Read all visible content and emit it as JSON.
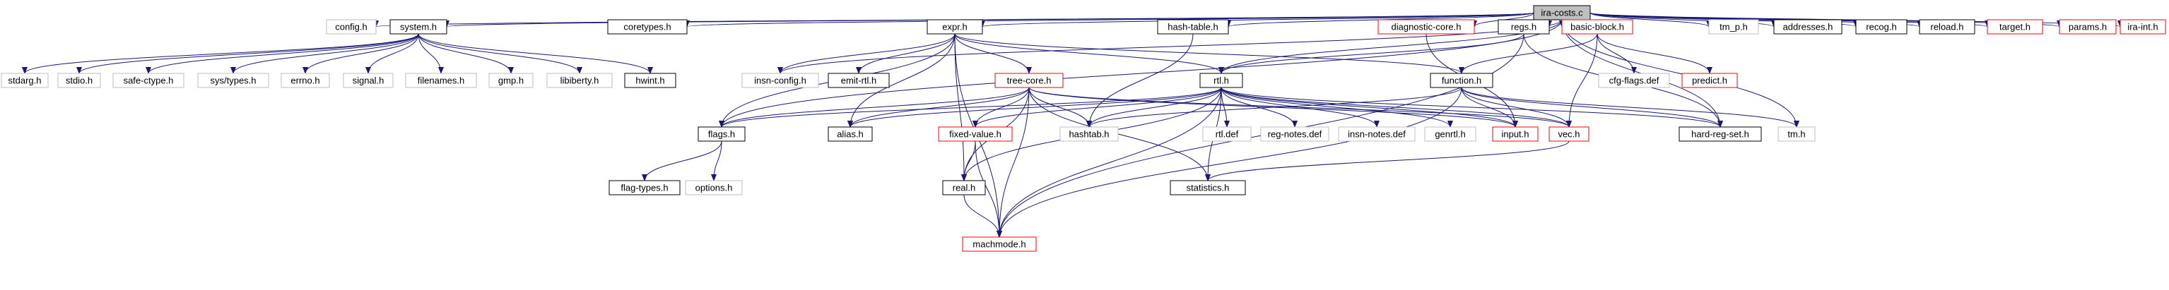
{
  "diagram": {
    "colors": {
      "edge": "#191970",
      "border_documented": "#000000",
      "border_undocumented": "#bfbfbf",
      "border_truncated": "#ff0000",
      "fill_root": "#bfbfbf",
      "fill": "#ffffff",
      "text": "#000000"
    },
    "nodes": [
      {
        "id": "ira-costs",
        "label": "ira-costs.c",
        "style": "root"
      },
      {
        "id": "config",
        "label": "config.h",
        "style": "undocumented"
      },
      {
        "id": "system",
        "label": "system.h",
        "style": "documented"
      },
      {
        "id": "coretypes",
        "label": "coretypes.h",
        "style": "documented"
      },
      {
        "id": "expr",
        "label": "expr.h",
        "style": "documented"
      },
      {
        "id": "hash-table",
        "label": "hash-table.h",
        "style": "documented"
      },
      {
        "id": "diagnostic-core",
        "label": "diagnostic-core.h",
        "style": "truncated"
      },
      {
        "id": "regs",
        "label": "regs.h",
        "style": "documented"
      },
      {
        "id": "basic-block",
        "label": "basic-block.h",
        "style": "truncated"
      },
      {
        "id": "tm_p",
        "label": "tm_p.h",
        "style": "undocumented"
      },
      {
        "id": "addresses",
        "label": "addresses.h",
        "style": "documented"
      },
      {
        "id": "recog",
        "label": "recog.h",
        "style": "documented"
      },
      {
        "id": "reload",
        "label": "reload.h",
        "style": "documented"
      },
      {
        "id": "target",
        "label": "target.h",
        "style": "truncated"
      },
      {
        "id": "params",
        "label": "params.h",
        "style": "truncated"
      },
      {
        "id": "ira-int",
        "label": "ira-int.h",
        "style": "truncated"
      },
      {
        "id": "stdarg",
        "label": "stdarg.h",
        "style": "undocumented"
      },
      {
        "id": "stdio",
        "label": "stdio.h",
        "style": "undocumented"
      },
      {
        "id": "safe-ctype",
        "label": "safe-ctype.h",
        "style": "undocumented"
      },
      {
        "id": "sys-types",
        "label": "sys/types.h",
        "style": "undocumented"
      },
      {
        "id": "errno",
        "label": "errno.h",
        "style": "undocumented"
      },
      {
        "id": "signal",
        "label": "signal.h",
        "style": "undocumented"
      },
      {
        "id": "filenames",
        "label": "filenames.h",
        "style": "undocumented"
      },
      {
        "id": "gmp",
        "label": "gmp.h",
        "style": "undocumented"
      },
      {
        "id": "libiberty",
        "label": "libiberty.h",
        "style": "undocumented"
      },
      {
        "id": "hwint",
        "label": "hwint.h",
        "style": "documented"
      },
      {
        "id": "insn-config",
        "label": "insn-config.h",
        "style": "undocumented"
      },
      {
        "id": "emit-rtl",
        "label": "emit-rtl.h",
        "style": "documented"
      },
      {
        "id": "tree-core",
        "label": "tree-core.h",
        "style": "truncated"
      },
      {
        "id": "rtl",
        "label": "rtl.h",
        "style": "documented"
      },
      {
        "id": "function",
        "label": "function.h",
        "style": "documented"
      },
      {
        "id": "cfg-flags",
        "label": "cfg-flags.def",
        "style": "undocumented"
      },
      {
        "id": "predict",
        "label": "predict.h",
        "style": "truncated"
      },
      {
        "id": "flags",
        "label": "flags.h",
        "style": "documented"
      },
      {
        "id": "alias",
        "label": "alias.h",
        "style": "documented"
      },
      {
        "id": "fixed-value",
        "label": "fixed-value.h",
        "style": "truncated"
      },
      {
        "id": "hashtab",
        "label": "hashtab.h",
        "style": "undocumented"
      },
      {
        "id": "rtl-def",
        "label": "rtl.def",
        "style": "undocumented"
      },
      {
        "id": "reg-notes",
        "label": "reg-notes.def",
        "style": "undocumented"
      },
      {
        "id": "insn-notes",
        "label": "insn-notes.def",
        "style": "undocumented"
      },
      {
        "id": "genrtl",
        "label": "genrtl.h",
        "style": "undocumented"
      },
      {
        "id": "input",
        "label": "input.h",
        "style": "truncated"
      },
      {
        "id": "vec",
        "label": "vec.h",
        "style": "truncated"
      },
      {
        "id": "hard-reg-set",
        "label": "hard-reg-set.h",
        "style": "documented"
      },
      {
        "id": "tm",
        "label": "tm.h",
        "style": "undocumented"
      },
      {
        "id": "flag-types",
        "label": "flag-types.h",
        "style": "documented"
      },
      {
        "id": "options",
        "label": "options.h",
        "style": "undocumented"
      },
      {
        "id": "real",
        "label": "real.h",
        "style": "documented"
      },
      {
        "id": "statistics",
        "label": "statistics.h",
        "style": "documented"
      },
      {
        "id": "machmode",
        "label": "machmode.h",
        "style": "truncated"
      }
    ],
    "edges": [
      [
        "ira-costs",
        "config"
      ],
      [
        "ira-costs",
        "system"
      ],
      [
        "ira-costs",
        "coretypes"
      ],
      [
        "ira-costs",
        "expr"
      ],
      [
        "ira-costs",
        "hash-table"
      ],
      [
        "ira-costs",
        "diagnostic-core"
      ],
      [
        "ira-costs",
        "regs"
      ],
      [
        "ira-costs",
        "basic-block"
      ],
      [
        "ira-costs",
        "tm_p"
      ],
      [
        "ira-costs",
        "addresses"
      ],
      [
        "ira-costs",
        "recog"
      ],
      [
        "ira-costs",
        "reload"
      ],
      [
        "ira-costs",
        "target"
      ],
      [
        "ira-costs",
        "params"
      ],
      [
        "ira-costs",
        "ira-int"
      ],
      [
        "ira-costs",
        "tm"
      ],
      [
        "ira-costs",
        "hard-reg-set"
      ],
      [
        "ira-costs",
        "rtl"
      ],
      [
        "ira-costs",
        "flags"
      ],
      [
        "ira-costs",
        "insn-config"
      ],
      [
        "system",
        "stdarg"
      ],
      [
        "system",
        "stdio"
      ],
      [
        "system",
        "safe-ctype"
      ],
      [
        "system",
        "sys-types"
      ],
      [
        "system",
        "errno"
      ],
      [
        "system",
        "signal"
      ],
      [
        "system",
        "filenames"
      ],
      [
        "system",
        "gmp"
      ],
      [
        "system",
        "libiberty"
      ],
      [
        "system",
        "hwint"
      ],
      [
        "expr",
        "insn-config"
      ],
      [
        "expr",
        "emit-rtl"
      ],
      [
        "expr",
        "tree-core"
      ],
      [
        "expr",
        "rtl"
      ],
      [
        "expr",
        "function"
      ],
      [
        "expr",
        "flags"
      ],
      [
        "expr",
        "alias"
      ],
      [
        "expr",
        "real"
      ],
      [
        "expr",
        "machmode"
      ],
      [
        "hash-table",
        "hashtab"
      ],
      [
        "diagnostic-core",
        "input"
      ],
      [
        "regs",
        "rtl"
      ],
      [
        "regs",
        "hard-reg-set"
      ],
      [
        "regs",
        "machmode"
      ],
      [
        "basic-block",
        "function"
      ],
      [
        "basic-block",
        "cfg-flags"
      ],
      [
        "basic-block",
        "predict"
      ],
      [
        "basic-block",
        "vec"
      ],
      [
        "function",
        "hashtab"
      ],
      [
        "function",
        "vec"
      ],
      [
        "function",
        "input"
      ],
      [
        "function",
        "hard-reg-set"
      ],
      [
        "function",
        "tm"
      ],
      [
        "function",
        "machmode"
      ],
      [
        "tree-core",
        "hashtab"
      ],
      [
        "tree-core",
        "alias"
      ],
      [
        "tree-core",
        "flags"
      ],
      [
        "tree-core",
        "fixed-value"
      ],
      [
        "tree-core",
        "input"
      ],
      [
        "tree-core",
        "statistics"
      ],
      [
        "tree-core",
        "vec"
      ],
      [
        "tree-core",
        "real"
      ],
      [
        "tree-core",
        "machmode"
      ],
      [
        "rtl",
        "flags"
      ],
      [
        "rtl",
        "alias"
      ],
      [
        "rtl",
        "fixed-value"
      ],
      [
        "rtl",
        "hashtab"
      ],
      [
        "rtl",
        "rtl-def"
      ],
      [
        "rtl",
        "reg-notes"
      ],
      [
        "rtl",
        "insn-notes"
      ],
      [
        "rtl",
        "genrtl"
      ],
      [
        "rtl",
        "input"
      ],
      [
        "rtl",
        "vec"
      ],
      [
        "rtl",
        "statistics"
      ],
      [
        "rtl",
        "real"
      ],
      [
        "rtl",
        "machmode"
      ],
      [
        "rtl",
        "hard-reg-set"
      ],
      [
        "flags",
        "flag-types"
      ],
      [
        "flags",
        "options"
      ],
      [
        "fixed-value",
        "real"
      ],
      [
        "fixed-value",
        "machmode"
      ],
      [
        "real",
        "machmode"
      ],
      [
        "vec",
        "statistics"
      ]
    ]
  }
}
